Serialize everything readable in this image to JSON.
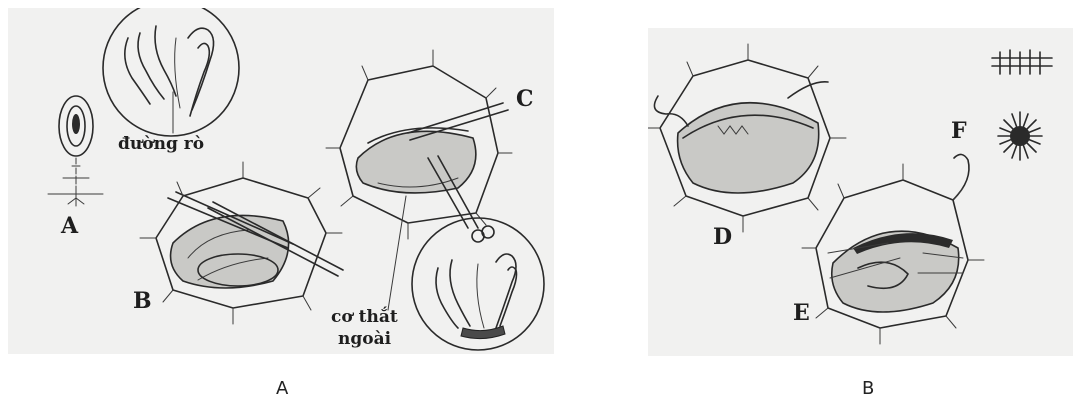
{
  "panels": [
    {
      "caption": "A",
      "figures": [
        "A",
        "B",
        "C"
      ],
      "labels": {
        "fistula_tract": "đường rò",
        "external_sphincter_line1": "cơ thắt",
        "external_sphincter_line2": "ngoài"
      }
    },
    {
      "caption": "B",
      "figures": [
        "D",
        "E",
        "F"
      ]
    }
  ]
}
